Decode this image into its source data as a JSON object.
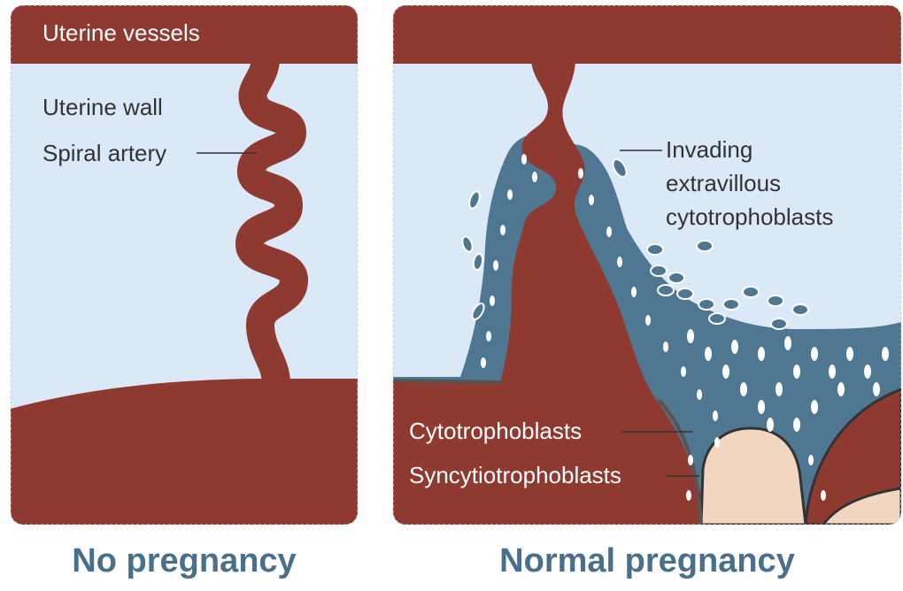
{
  "colors": {
    "wall": "#dbe8f7",
    "tissue": "#8f3a31",
    "trophoblast": "#4f7791",
    "placenta": "#f2d6bf",
    "label_text": "#333333",
    "caption_text": "#4a6f8a",
    "vessel_label_text": "#ffffff"
  },
  "left_panel": {
    "vessel_label": "Uterine vessels",
    "wall_label": "Uterine wall",
    "artery_label": "Spiral artery",
    "caption": "No pregnancy"
  },
  "right_panel": {
    "invading_label_line1": "Invading",
    "invading_label_line2": "extravillous",
    "invading_label_line3": "cytotrophoblasts",
    "cyto_label": "Cytotrophoblasts",
    "syncytio_label": "Syncytiotrophoblasts",
    "caption": "Normal pregnancy"
  }
}
